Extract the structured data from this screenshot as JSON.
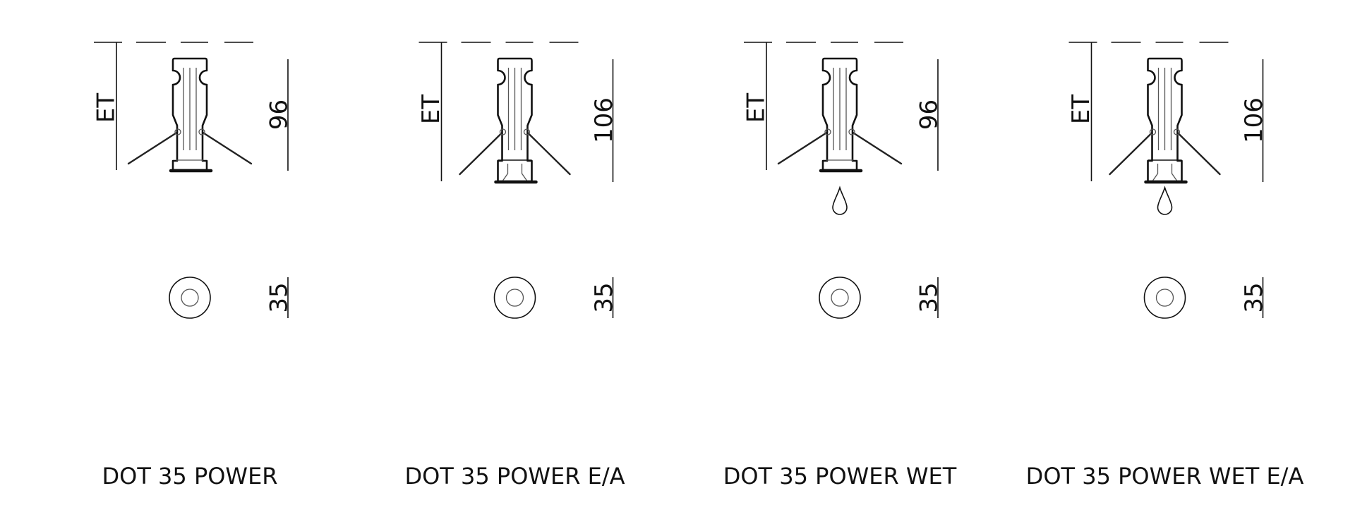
{
  "products": [
    {
      "name": "DOT 35 POWER",
      "height_label": "96",
      "diameter_label": "35",
      "et_label": "ET",
      "extended": false,
      "wet": false
    },
    {
      "name": "DOT 35 POWER E/A",
      "height_label": "106",
      "diameter_label": "35",
      "et_label": "ET",
      "extended": true,
      "wet": false
    },
    {
      "name": "DOT 35 POWER WET",
      "height_label": "96",
      "diameter_label": "35",
      "et_label": "ET",
      "extended": false,
      "wet": true
    },
    {
      "name": "DOT 35 POWER WET E/A",
      "height_label": "106",
      "diameter_label": "35",
      "et_label": "ET",
      "extended": true,
      "wet": true
    }
  ],
  "colors": {
    "line": "#111111",
    "background": "#ffffff"
  }
}
